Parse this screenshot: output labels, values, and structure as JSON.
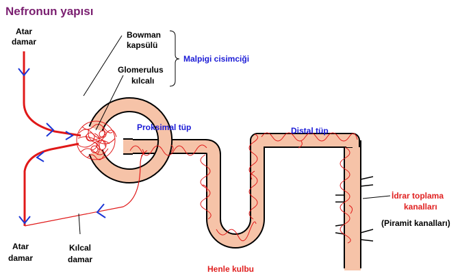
{
  "title": "Nefronun yapısı",
  "labels": {
    "atar_top_1": "Atar",
    "atar_top_2": "damar",
    "atar_bottom_1": "Atar",
    "atar_bottom_2": "damar",
    "kilcal_1": "Kılcal",
    "kilcal_2": "damar",
    "bowman_1": "Bowman",
    "bowman_2": "kapsülü",
    "glomerulus_1": "Glomerulus",
    "glomerulus_2": "kılcalı",
    "malpigi": "Malpigi cisimciği",
    "proksimal": "Proksimal tüp",
    "distal": "Distal tüp",
    "henle": "Henle kulbu",
    "idrar_1": "İdrar toplama",
    "idrar_2": "kanalları",
    "piramit": "(Piramit kanalları)"
  },
  "colors": {
    "title": "#7a1f70",
    "blue_label": "#1a1ad6",
    "red_label": "#e02020",
    "vessel": "#e01818",
    "arrow": "#1a35d6",
    "tube_fill": "#f6c3a8",
    "outline": "#000000"
  }
}
